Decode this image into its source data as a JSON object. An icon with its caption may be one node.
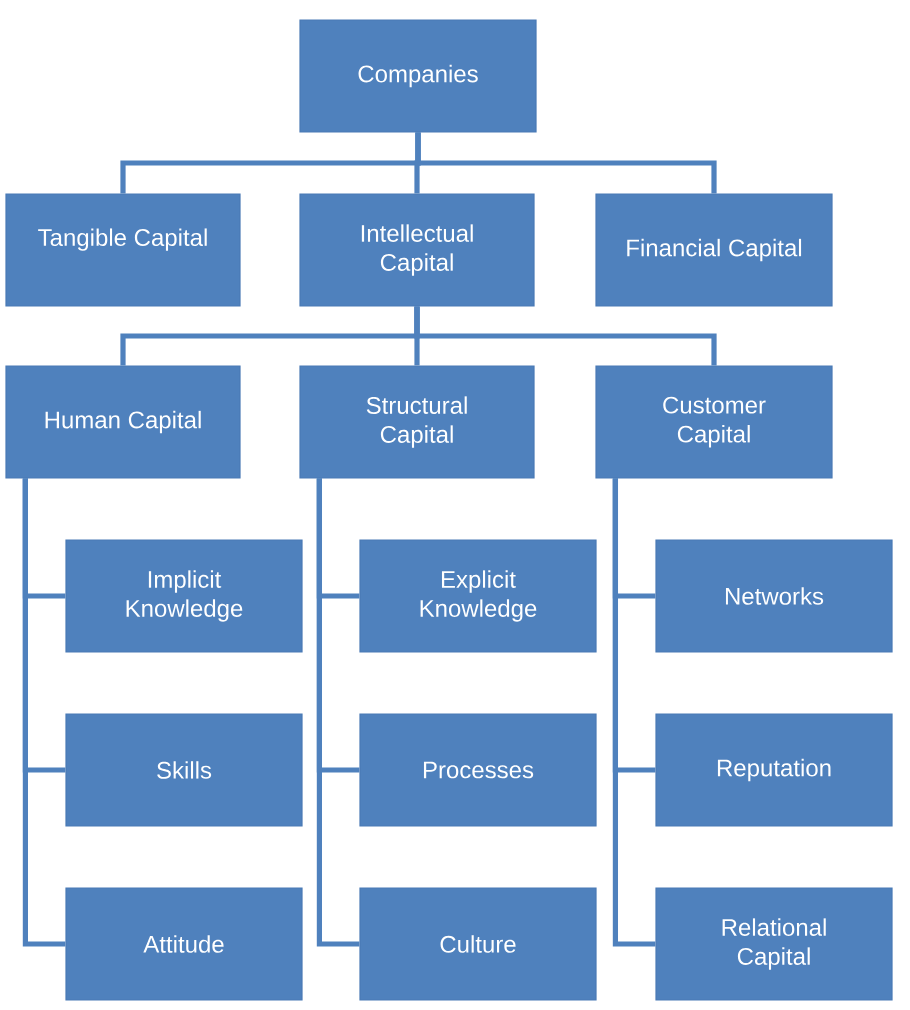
{
  "diagram": {
    "nodes": [
      {
        "text": [
          "Companies"
        ]
      },
      {
        "text": [
          "Tangible Capital"
        ]
      },
      {
        "text": [
          "Intellectual Capital"
        ]
      },
      {
        "text": [
          "Financial Capital"
        ]
      },
      {
        "text": [
          "Human Capital"
        ]
      },
      {
        "text": [
          "Structural Capital"
        ]
      },
      {
        "text": [
          "Customer Capital"
        ]
      },
      {
        "text": [
          "Implicit Knowledge"
        ]
      },
      {
        "text": [
          "Skills"
        ]
      },
      {
        "text": [
          "Attitude"
        ]
      },
      {
        "text": [
          "Explicit Knowledge"
        ]
      },
      {
        "text": [
          "Processes"
        ]
      },
      {
        "text": [
          "Culture"
        ]
      },
      {
        "text": [
          "Networks"
        ]
      },
      {
        "text": [
          "Reputation"
        ]
      },
      {
        "text": [
          "Relational Capital"
        ]
      }
    ],
    "edges": [
      {
        "from": 0,
        "to": 1,
        "arrow": "none"
      },
      {
        "from": 0,
        "to": 2,
        "arrow": "none"
      },
      {
        "from": 0,
        "to": 3,
        "arrow": "none"
      },
      {
        "from": 2,
        "to": 4,
        "arrow": "none"
      },
      {
        "from": 2,
        "to": 5,
        "arrow": "none"
      },
      {
        "from": 2,
        "to": 6,
        "arrow": "none"
      },
      {
        "from": 4,
        "to": 7,
        "arrow": "none"
      },
      {
        "from": 4,
        "to": 8,
        "arrow": "none"
      },
      {
        "from": 4,
        "to": 9,
        "arrow": "none"
      },
      {
        "from": 5,
        "to": 10,
        "arrow": "none"
      },
      {
        "from": 5,
        "to": 11,
        "arrow": "none"
      },
      {
        "from": 5,
        "to": 12,
        "arrow": "none"
      },
      {
        "from": 6,
        "to": 13,
        "arrow": "none"
      },
      {
        "from": 6,
        "to": 14,
        "arrow": "none"
      },
      {
        "from": 6,
        "to": 15,
        "arrow": "none"
      }
    ]
  }
}
